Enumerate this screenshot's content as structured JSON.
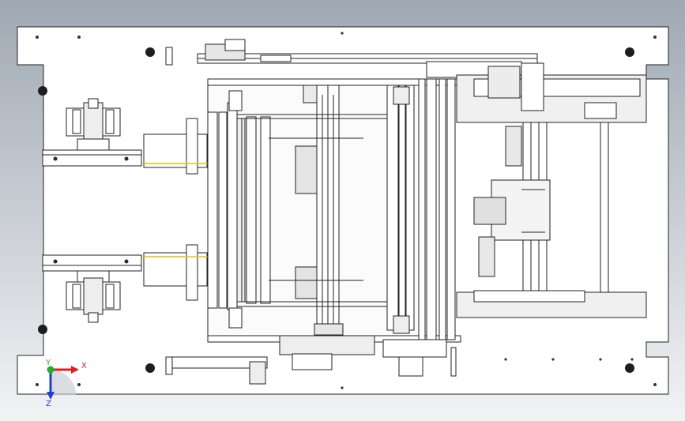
{
  "view": {
    "background_top": "#9fa8b3",
    "background_bottom": "#f2f3f5",
    "part_fill": "#ffffff",
    "line_color": "#222222",
    "shade_color": "#d4d6d9",
    "accent_yellow": "#e6c200"
  },
  "triad": {
    "x_label": "X",
    "y_label": "Y",
    "z_label": "Z",
    "x_color": "#e02020",
    "y_color": "#22b022",
    "z_color": "#2040d0"
  }
}
